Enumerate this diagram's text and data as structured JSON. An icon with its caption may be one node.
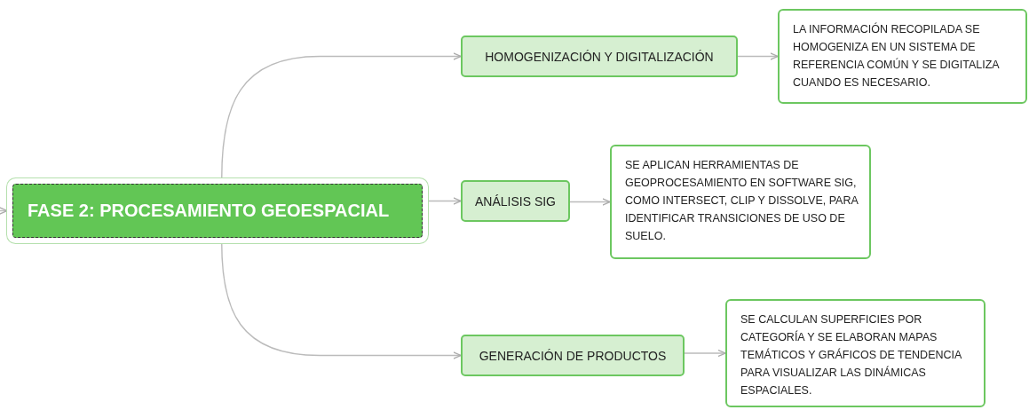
{
  "diagram": {
    "nodes": [
      {
        "text": [
          "FASE 2: PROCESAMIENTO GEOESPACIAL"
        ]
      },
      {
        "text": [
          "HOMOGENIZACIÓN Y DIGITALIZACIÓN"
        ]
      },
      {
        "text": [
          "LA INFORMACIÓN RECOPILADA SE HOMOGENIZA EN UN SISTEMA DE REFERENCIA COMÚN Y SE DIGITALIZA CUANDO ES NECESARIO."
        ]
      },
      {
        "text": [
          "ANÁLISIS SIG"
        ]
      },
      {
        "text": [
          "SE APLICAN HERRAMIENTAS DE GEOPROCESAMIENTO EN SOFTWARE SIG, COMO INTERSECT, CLIP Y DISSOLVE, PARA IDENTIFICAR TRANSICIONES DE USO DE SUELO."
        ]
      },
      {
        "text": [
          "GENERACIÓN DE PRODUCTOS"
        ]
      },
      {
        "text": [
          "SE CALCULAN SUPERFICIES POR CATEGORÍA Y SE ELABORAN MAPAS TEMÁTICOS Y GRÁFICOS DE TENDENCIA PARA VISUALIZAR LAS DINÁMICAS ESPACIALES."
        ]
      }
    ],
    "edges": [
      {
        "from": null,
        "to": 0,
        "arrow": "to"
      },
      {
        "from": 0,
        "to": 1,
        "arrow": "to"
      },
      {
        "from": 0,
        "to": 3,
        "arrow": "to"
      },
      {
        "from": 0,
        "to": 5,
        "arrow": "to"
      },
      {
        "from": 1,
        "to": 2,
        "arrow": "to"
      },
      {
        "from": 3,
        "to": 4,
        "arrow": "to"
      },
      {
        "from": 5,
        "to": 6,
        "arrow": "to"
      }
    ]
  }
}
